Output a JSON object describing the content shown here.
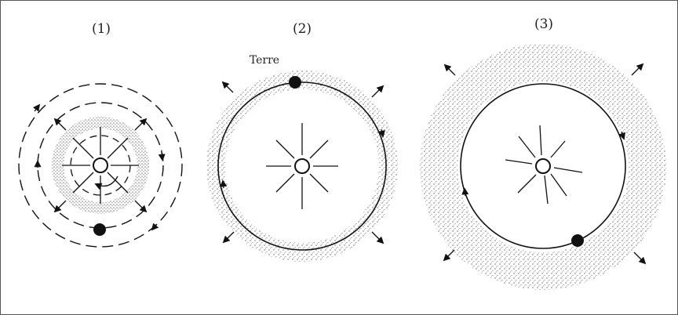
{
  "panels": [
    {
      "label": "(1)"
    },
    {
      "label": "(2)",
      "planet_label": "Terre"
    },
    {
      "label": "(3)"
    }
  ],
  "colors": {
    "ink": "#111111",
    "dust": "#444444",
    "background": "#ffffff"
  }
}
